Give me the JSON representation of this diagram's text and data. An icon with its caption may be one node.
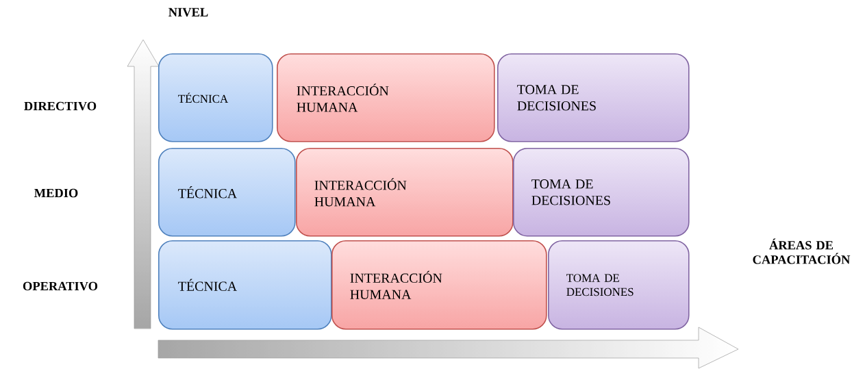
{
  "diagram": {
    "nodes": [
      {
        "text": [
          "TÉCNICA"
        ]
      },
      {
        "text": [
          "INTERACCIÓN HUMANA"
        ]
      },
      {
        "text": [
          "TOMA DE DECISIONES"
        ]
      },
      {
        "text": [
          "TÉCNICA"
        ]
      },
      {
        "text": [
          "INTERACCIÓN HUMANA"
        ]
      },
      {
        "text": [
          "TOMA DE DECISIONES"
        ]
      },
      {
        "text": [
          "TÉCNICA"
        ]
      },
      {
        "text": [
          "INTERACCIÓN HUMANA"
        ]
      },
      {
        "text": [
          "TOMA DE DECISIONES"
        ]
      }
    ],
    "labels": [
      "NIVEL",
      "DIRECTIVO",
      "MEDIO",
      "OPERATIVO",
      "ÁREAS DE CAPACITACIÓN"
    ]
  }
}
